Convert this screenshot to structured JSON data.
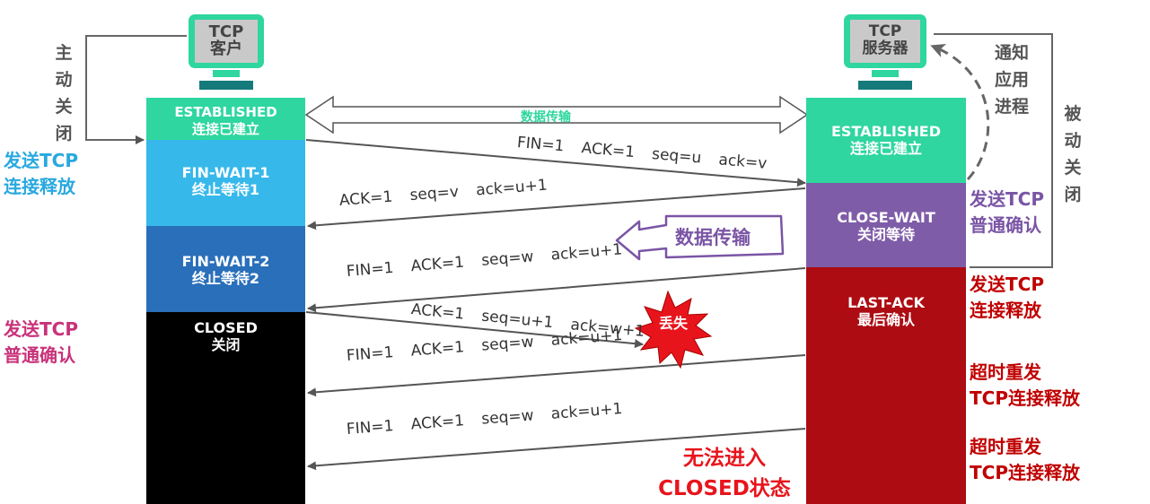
{
  "client": {
    "line1": "TCP",
    "line2": "客户"
  },
  "server": {
    "line1": "TCP",
    "line2": "服务器"
  },
  "client_states": {
    "established": {
      "name": "ESTABLISHED",
      "desc": "连接已建立"
    },
    "fin_wait_1": {
      "name": "FIN-WAIT-1",
      "desc": "终止等待1"
    },
    "fin_wait_2": {
      "name": "FIN-WAIT-2",
      "desc": "终止等待2"
    },
    "closed": {
      "name": "CLOSED",
      "desc": "关闭"
    }
  },
  "server_states": {
    "established": {
      "name": "ESTABLISHED",
      "desc": "连接已建立"
    },
    "close_wait": {
      "name": "CLOSE-WAIT",
      "desc": "关闭等待"
    },
    "last_ack": {
      "name": "LAST-ACK",
      "desc": "最后确认"
    }
  },
  "labels": {
    "active_close": "主动关闭",
    "passive_close": "被动关闭",
    "notify_app": "通知应用进程",
    "data_transfer_top": "数据传输",
    "data_transfer_callout": "数据传输",
    "lost": "丢失",
    "cannot_close_1": "无法进入",
    "cannot_close_2": "CLOSED状态"
  },
  "side_notes": {
    "client_fin_1": "发送TCP",
    "client_fin_2": "连接释放",
    "client_ack_1": "发送TCP",
    "client_ack_2": "普通确认",
    "server_ack_1": "发送TCP",
    "server_ack_2": "普通确认",
    "server_fin_1": "发送TCP",
    "server_fin_2": "连接释放",
    "retx1_1": "超时重发",
    "retx1_2": "TCP连接释放",
    "retx2_1": "超时重发",
    "retx2_2": "TCP连接释放"
  },
  "messages": {
    "m1": "FIN=1 ACK=1 seq=u ack=v",
    "m2": "ACK=1 seq=v ack=u+1",
    "m3": "FIN=1 ACK=1 seq=w ack=u+1",
    "m4": "ACK=1 seq=u+1 ack=w+1",
    "m5": "FIN=1 ACK=1 seq=w ack=u+1",
    "m6": "FIN=1 ACK=1 seq=w ack=u+1"
  },
  "colors": {
    "established": "#2fd69f",
    "fin_wait_1": "#36b8ea",
    "fin_wait_2": "#2a6fba",
    "closed": "#000000",
    "close_wait": "#7f5ca8",
    "last_ack": "#ad0c12",
    "monitor": "#2fd69f",
    "cyan_text": "#28a8df",
    "magenta_text": "#c8327a",
    "red_text": "#c00000",
    "purple_text": "#7a55a5"
  }
}
